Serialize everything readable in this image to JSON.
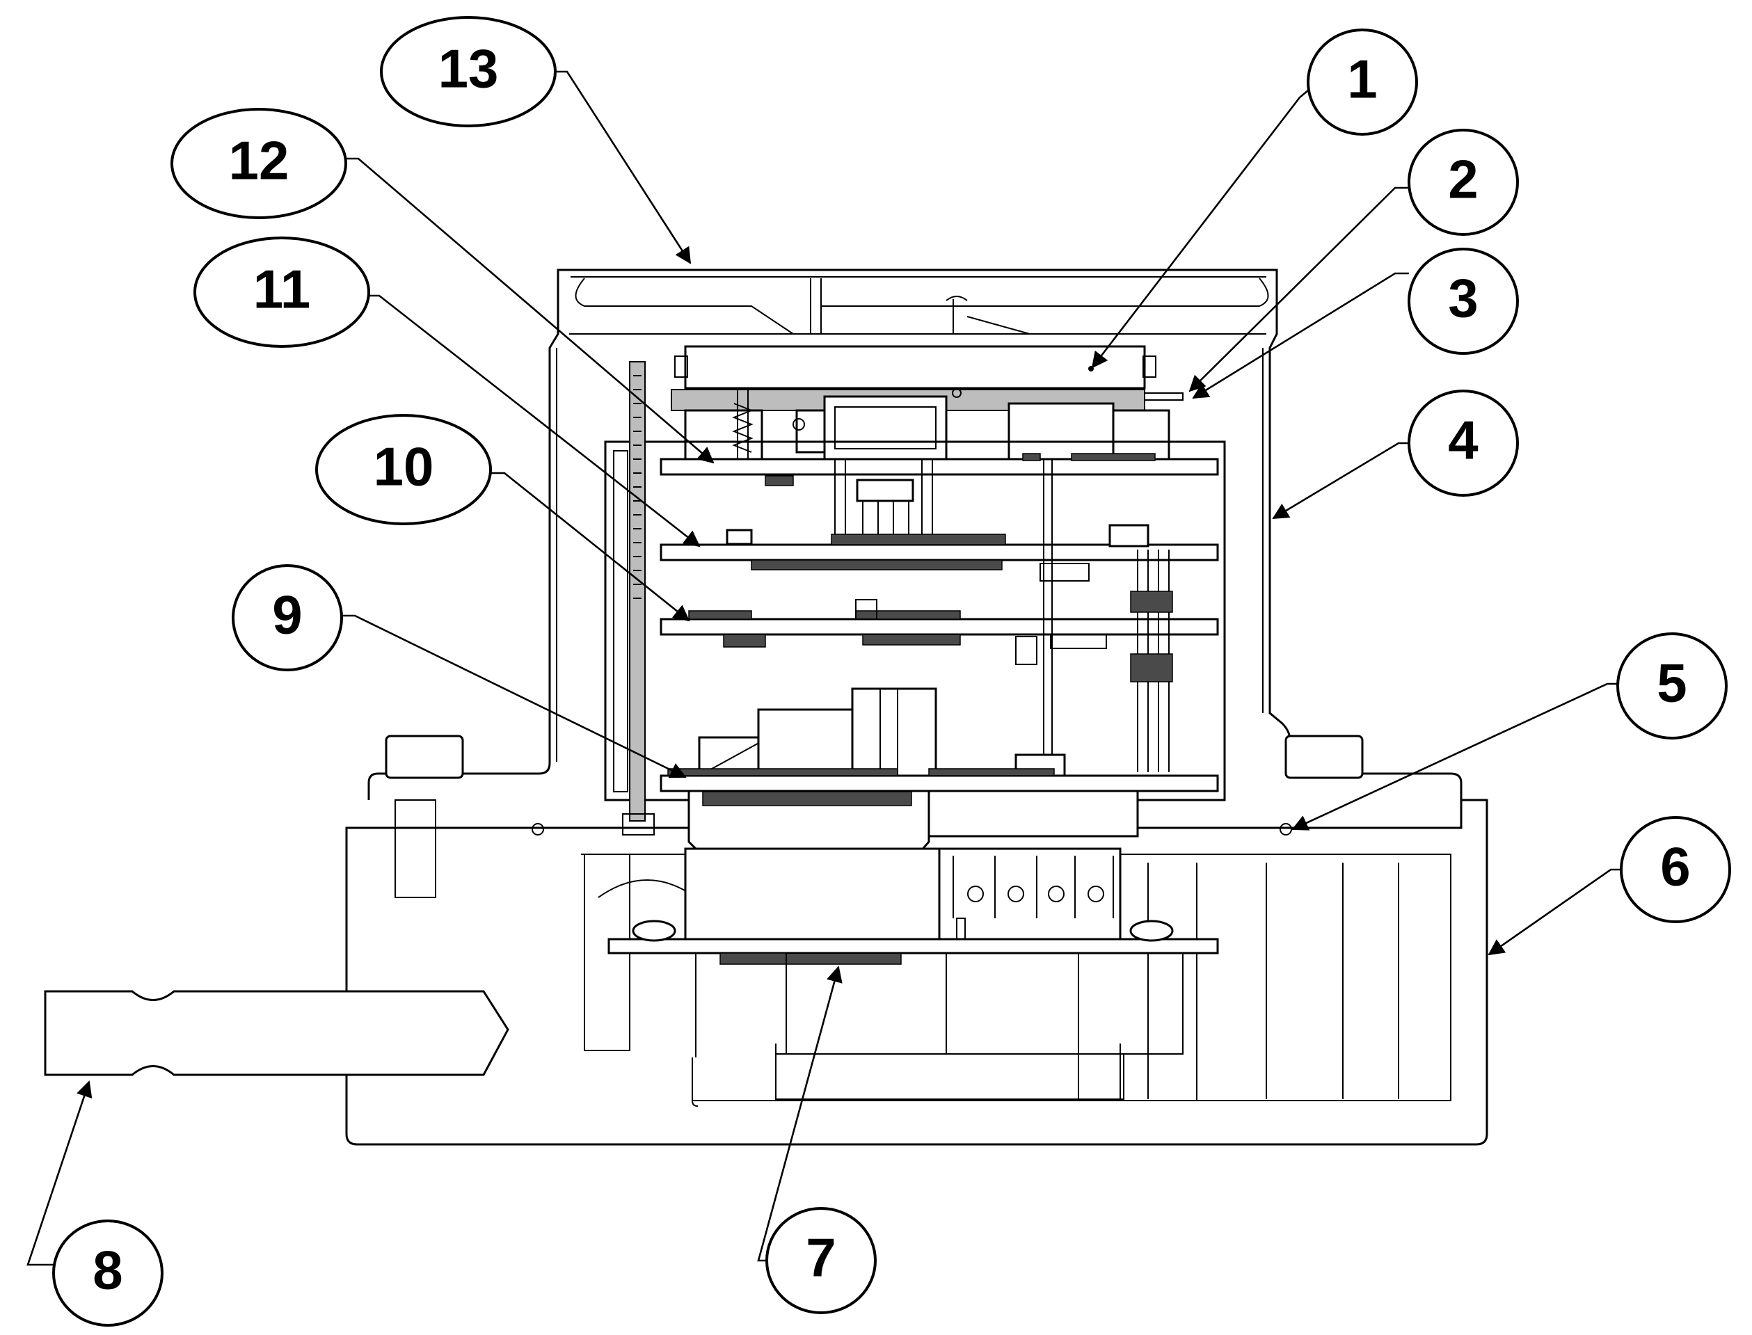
{
  "callouts": [
    {
      "id": "1",
      "label": "1"
    },
    {
      "id": "2",
      "label": "2"
    },
    {
      "id": "3",
      "label": "3"
    },
    {
      "id": "4",
      "label": "4"
    },
    {
      "id": "5",
      "label": "5"
    },
    {
      "id": "6",
      "label": "6"
    },
    {
      "id": "7",
      "label": "7"
    },
    {
      "id": "8",
      "label": "8"
    },
    {
      "id": "9",
      "label": "9"
    },
    {
      "id": "10",
      "label": "10"
    },
    {
      "id": "11",
      "label": "11"
    },
    {
      "id": "12",
      "label": "12"
    },
    {
      "id": "13",
      "label": "13"
    }
  ],
  "colors": {
    "line": "#000000",
    "background": "#ffffff",
    "shade": "#bdbdbd"
  }
}
